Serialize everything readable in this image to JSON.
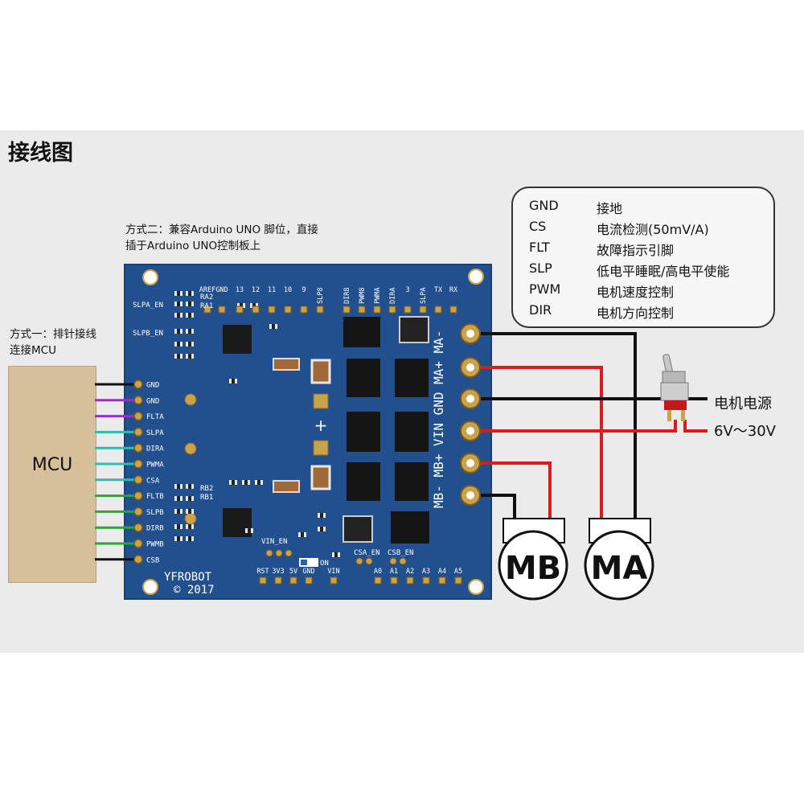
{
  "title": "接线图",
  "notes": {
    "method2_line1": "方式二：兼容Arduino UNO 脚位，直接",
    "method2_line2": "插于Arduino UNO控制板上",
    "method1_line1": "方式一：排针接线",
    "method1_line2": "连接MCU"
  },
  "legend": [
    {
      "abbr": "GND",
      "desc": "接地"
    },
    {
      "abbr": "CS",
      "desc": "电流检测(50mV/A)"
    },
    {
      "abbr": "FLT",
      "desc": "故障指示引脚"
    },
    {
      "abbr": "SLP",
      "desc": "低电平睡眠/高电平使能"
    },
    {
      "abbr": "PWM",
      "desc": "电机速度控制"
    },
    {
      "abbr": "DIR",
      "desc": "电机方向控制"
    }
  ],
  "mcu_label": "MCU",
  "left_pins": [
    "GND",
    "GND",
    "FLTA",
    "SLPA",
    "DIRA",
    "PWMA",
    "CSA",
    "FLTB",
    "SLPB",
    "DIRB",
    "PWMB",
    "CSB"
  ],
  "left_wire_colors": [
    "#111111",
    "#9a2fc4",
    "#9a2fc4",
    "#2dbfae",
    "#2dbfae",
    "#2dbfae",
    "#2dbfae",
    "#27a83a",
    "#27a83a",
    "#27a83a",
    "#27a83a",
    "#111111"
  ],
  "top_header_left": [
    "AREF",
    "GND",
    "13",
    "12",
    "11",
    "10",
    "9",
    "SLP8"
  ],
  "top_header_right": [
    "DIR8",
    "PWM8",
    "PWMA",
    "DIRA",
    "3",
    "SLPA",
    "TX",
    "RX"
  ],
  "left_jumpers": [
    "SLPA_EN",
    "SLPB_EN"
  ],
  "resistors": [
    "RA2",
    "RA1",
    "RB2",
    "RB1"
  ],
  "terminal_label": "MB- MB+ VIN GND MA+ MA-",
  "bottom_jumpers": [
    "VIN_EN",
    "CSA_EN",
    "CSB_EN",
    "ON"
  ],
  "bottom_header": [
    "RST",
    "3V3",
    "5V",
    "GND",
    "VIN",
    "A0",
    "A1",
    "A2",
    "A3",
    "A4",
    "A5"
  ],
  "brand": "YFROBOT",
  "year": "© 2017",
  "plus_sign": "+",
  "motors": [
    "MB",
    "MA"
  ],
  "power_label": "电机电源",
  "voltage_label": "6V～30V",
  "colors": {
    "board": "#22508f",
    "wire_red": "#d91c1c",
    "wire_black": "#111111",
    "pad_gold": "#c9a24a",
    "mcu": "#d6bf9b"
  }
}
